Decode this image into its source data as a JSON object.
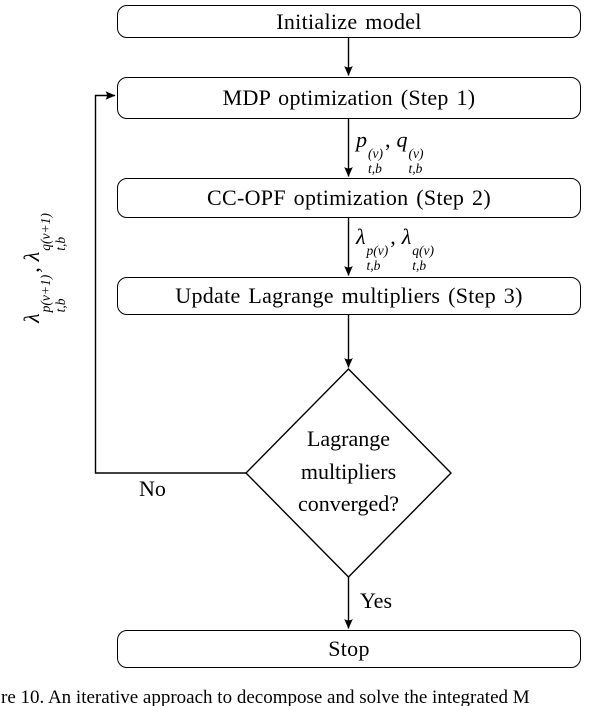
{
  "figure": {
    "caption": "re 10. An iterative approach to decompose and solve the integrated M"
  },
  "nodes": {
    "initialize": "Initialize model",
    "mdp": "MDP optimization (Step 1)",
    "ccopf": "CC-OPF optimization (Step 2)",
    "update": "Update Lagrange multipliers (Step 3)",
    "decision": "Lagrange multipliers converged?",
    "stop": "Stop"
  },
  "edge_labels": {
    "yes": "Yes",
    "no": "No",
    "mdp_out": [
      {
        "base": "p",
        "sup": "(ν)",
        "sub": "t,b",
        "sep": ","
      },
      {
        "base": "q",
        "sup": "(ν)",
        "sub": "t,b",
        "sep": ""
      }
    ],
    "ccopf_out": [
      {
        "base": "λ",
        "sup": "p(ν)",
        "sub": "t,b",
        "sep": ","
      },
      {
        "base": "λ",
        "sup": "q(ν)",
        "sub": "t,b",
        "sep": ""
      }
    ],
    "feedback": [
      {
        "base": "λ",
        "sup": "p(ν+1)",
        "sub": "t,b",
        "sep": ","
      },
      {
        "base": "λ",
        "sup": "q(ν+1)",
        "sub": "t,b",
        "sep": ""
      }
    ]
  },
  "colors": {
    "stroke": "#000000",
    "background": "#ffffff",
    "text": "#000000"
  }
}
